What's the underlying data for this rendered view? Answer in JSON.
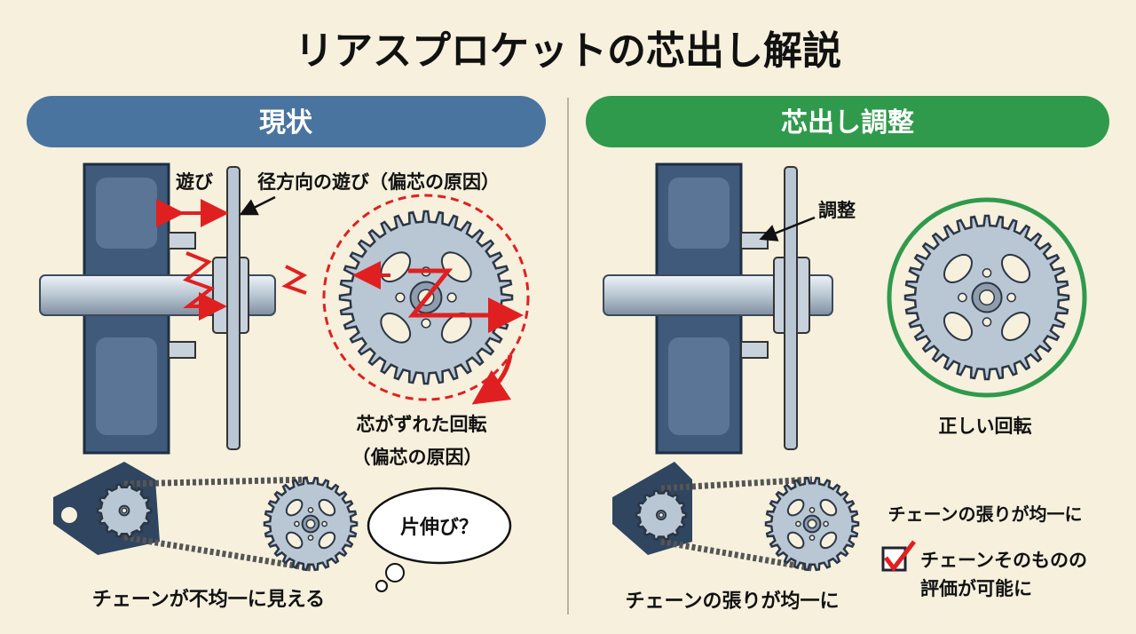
{
  "title": "リアスプロケットの芯出し解説",
  "colors": {
    "background": "#f6f0dd",
    "current": "#4a74a0",
    "adjusted": "#2f9a4c",
    "warning": "#e02020",
    "frame": "#3f5a7a",
    "metal": "#b9c6d3"
  },
  "left": {
    "header": "現状",
    "label_play": "遊び",
    "label_radial": "径方向の遊び（偏芯の原因）",
    "label_rotation_1": "芯がずれた回転",
    "label_rotation_2": "（偏芯の原因）",
    "thought": "片伸び？",
    "caption": "チェーンが不均一に見える"
  },
  "right": {
    "header": "芯出し調整",
    "label_adjust": "調整",
    "label_rotation": "正しい回転",
    "tension": "チェーンの張りが均一に",
    "check_1": "チェーンそのものの",
    "check_2": "評価が可能に",
    "caption": "チェーンの張りが均一に"
  }
}
